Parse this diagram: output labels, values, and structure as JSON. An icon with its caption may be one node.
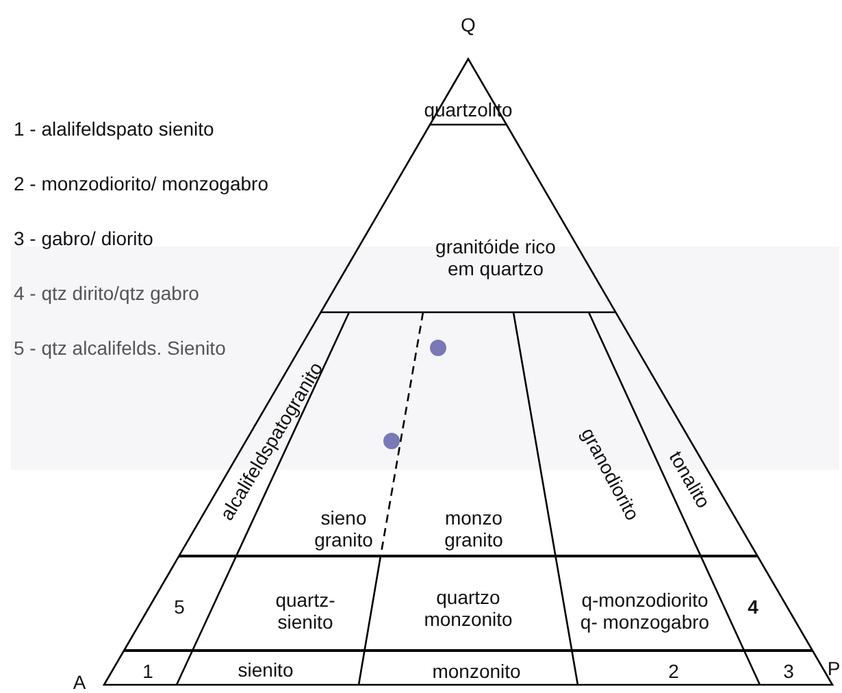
{
  "diagram": {
    "labels": [
      "Q",
      "1 - alalifeldspato sienito",
      "quartzolito",
      "2 - monzodiorito/ monzogabro",
      "3 - gabro/ diorito",
      "granitóide rico em quartzo",
      "4 - qtz dirito/qtz gabro",
      "5 - qtz alcalifelds. Sienito",
      "alcalifeldspatogranito",
      "granodiorito",
      "tonalito",
      "sieno granito",
      "monzo granito",
      "5",
      "quartz- sienito",
      "quartzo monzonito",
      "q-monzodiorito q- monzogabro",
      "4",
      "A",
      "1",
      "sienito",
      "monzonito",
      "2",
      "3",
      "P"
    ]
  }
}
